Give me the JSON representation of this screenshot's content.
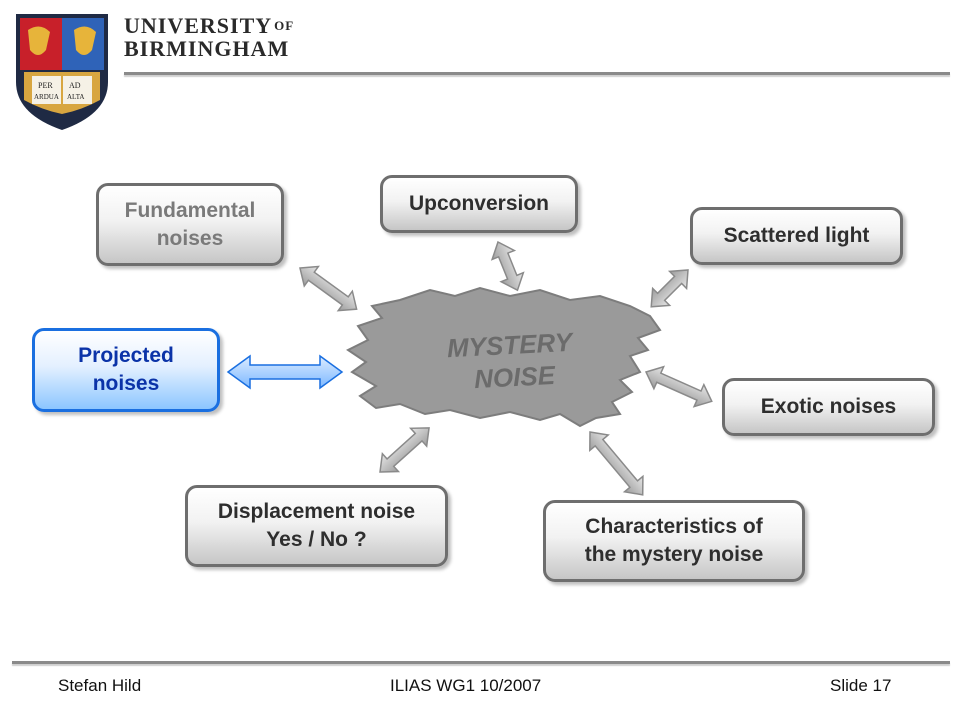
{
  "header": {
    "university_line1": "UNIVERSITY",
    "university_of": "OF",
    "university_line2": "BIRMINGHAM",
    "crest_motto": "PER ARDUA AD ALTA"
  },
  "center": {
    "label_line1": "MYSTERY",
    "label_line2": "NOISE"
  },
  "boxes": {
    "fundamental": "Fundamental\nnoises",
    "upconversion": "Upconversion",
    "scattered": "Scattered light",
    "projected": "Projected\nnoises",
    "exotic": "Exotic noises",
    "displacement": "Displacement noise\nYes / No ?",
    "characteristics": "Characteristics of\nthe mystery noise"
  },
  "footer": {
    "author": "Stefan Hild",
    "event": "ILIAS WG1 10/2007",
    "slide": "Slide 17"
  },
  "colors": {
    "highlight": "#1a6fe0",
    "box_border": "#6e6e6e",
    "cloud": "#9a9a9a"
  }
}
